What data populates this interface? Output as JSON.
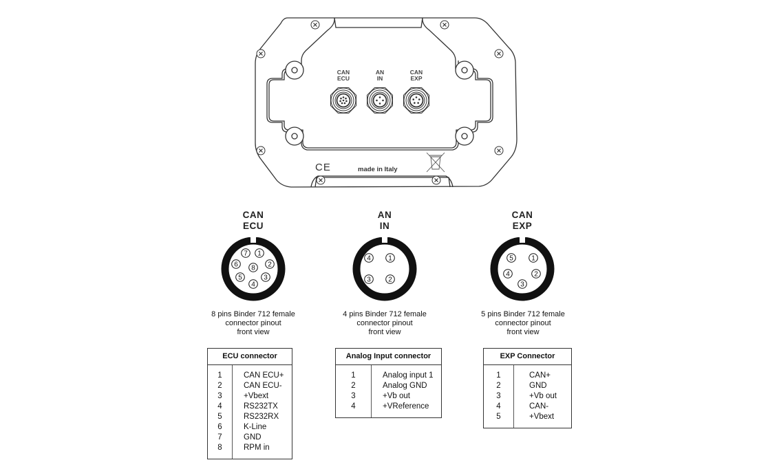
{
  "device": {
    "port_labels": [
      {
        "line1": "CAN",
        "line2": "ECU"
      },
      {
        "line1": "AN",
        "line2": "IN"
      },
      {
        "line1": "CAN",
        "line2": "EXP"
      }
    ],
    "ce_mark": "CE",
    "made_in": "made in Italy",
    "weee_icon": "weee-crossed-bin-icon"
  },
  "connectors": [
    {
      "title_line1": "CAN",
      "title_line2": "ECU",
      "pins": [
        "1",
        "2",
        "3",
        "4",
        "5",
        "6",
        "7",
        "8"
      ],
      "caption": [
        "8 pins Binder 712 female",
        "connector pinout",
        "front view"
      ]
    },
    {
      "title_line1": "AN",
      "title_line2": "IN",
      "pins": [
        "1",
        "2",
        "3",
        "4"
      ],
      "caption": [
        "4 pins Binder 712 female",
        "connector pinout",
        "front view"
      ]
    },
    {
      "title_line1": "CAN",
      "title_line2": "EXP",
      "pins": [
        "1",
        "2",
        "3",
        "4",
        "5"
      ],
      "caption": [
        "5 pins Binder 712 female",
        "connector pinout",
        "front view"
      ]
    }
  ],
  "tables": [
    {
      "header": "ECU connector",
      "rows": [
        {
          "pin": "1",
          "signal": "CAN ECU+"
        },
        {
          "pin": "2",
          "signal": "CAN ECU-"
        },
        {
          "pin": "3",
          "signal": "+Vbext"
        },
        {
          "pin": "4",
          "signal": "RS232TX"
        },
        {
          "pin": "5",
          "signal": "RS232RX"
        },
        {
          "pin": "6",
          "signal": "K-Line"
        },
        {
          "pin": "7",
          "signal": "GND"
        },
        {
          "pin": "8",
          "signal": "RPM in"
        }
      ]
    },
    {
      "header": "Analog Input connector",
      "rows": [
        {
          "pin": "1",
          "signal": "Analog input 1"
        },
        {
          "pin": "2",
          "signal": "Analog GND"
        },
        {
          "pin": "3",
          "signal": "+Vb out"
        },
        {
          "pin": "4",
          "signal": "+VReference"
        }
      ]
    },
    {
      "header": "EXP Connector",
      "rows": [
        {
          "pin": "1",
          "signal": "CAN+"
        },
        {
          "pin": "2",
          "signal": "GND"
        },
        {
          "pin": "3",
          "signal": "+Vb out"
        },
        {
          "pin": "4",
          "signal": "CAN-"
        },
        {
          "pin": "5",
          "signal": "+Vbext"
        }
      ]
    }
  ]
}
